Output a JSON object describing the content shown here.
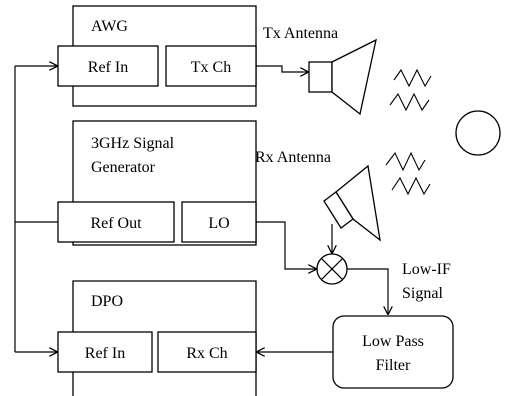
{
  "blocks": {
    "awg": {
      "title": "AWG",
      "ref_in": "Ref In",
      "tx_ch": "Tx Ch"
    },
    "signal_generator": {
      "title_line1": "3GHz Signal",
      "title_line2": "Generator",
      "ref_out": "Ref Out",
      "lo": "LO"
    },
    "dpo": {
      "title": "DPO",
      "ref_in": "Ref In",
      "rx_ch": "Rx Ch"
    },
    "low_pass_filter": {
      "line1": "Low Pass",
      "line2": "Filter"
    }
  },
  "labels": {
    "tx_antenna": "Tx Antenna",
    "rx_antenna": "Rx Antenna",
    "low_if_line1": "Low-IF",
    "low_if_line2": "Signal"
  }
}
